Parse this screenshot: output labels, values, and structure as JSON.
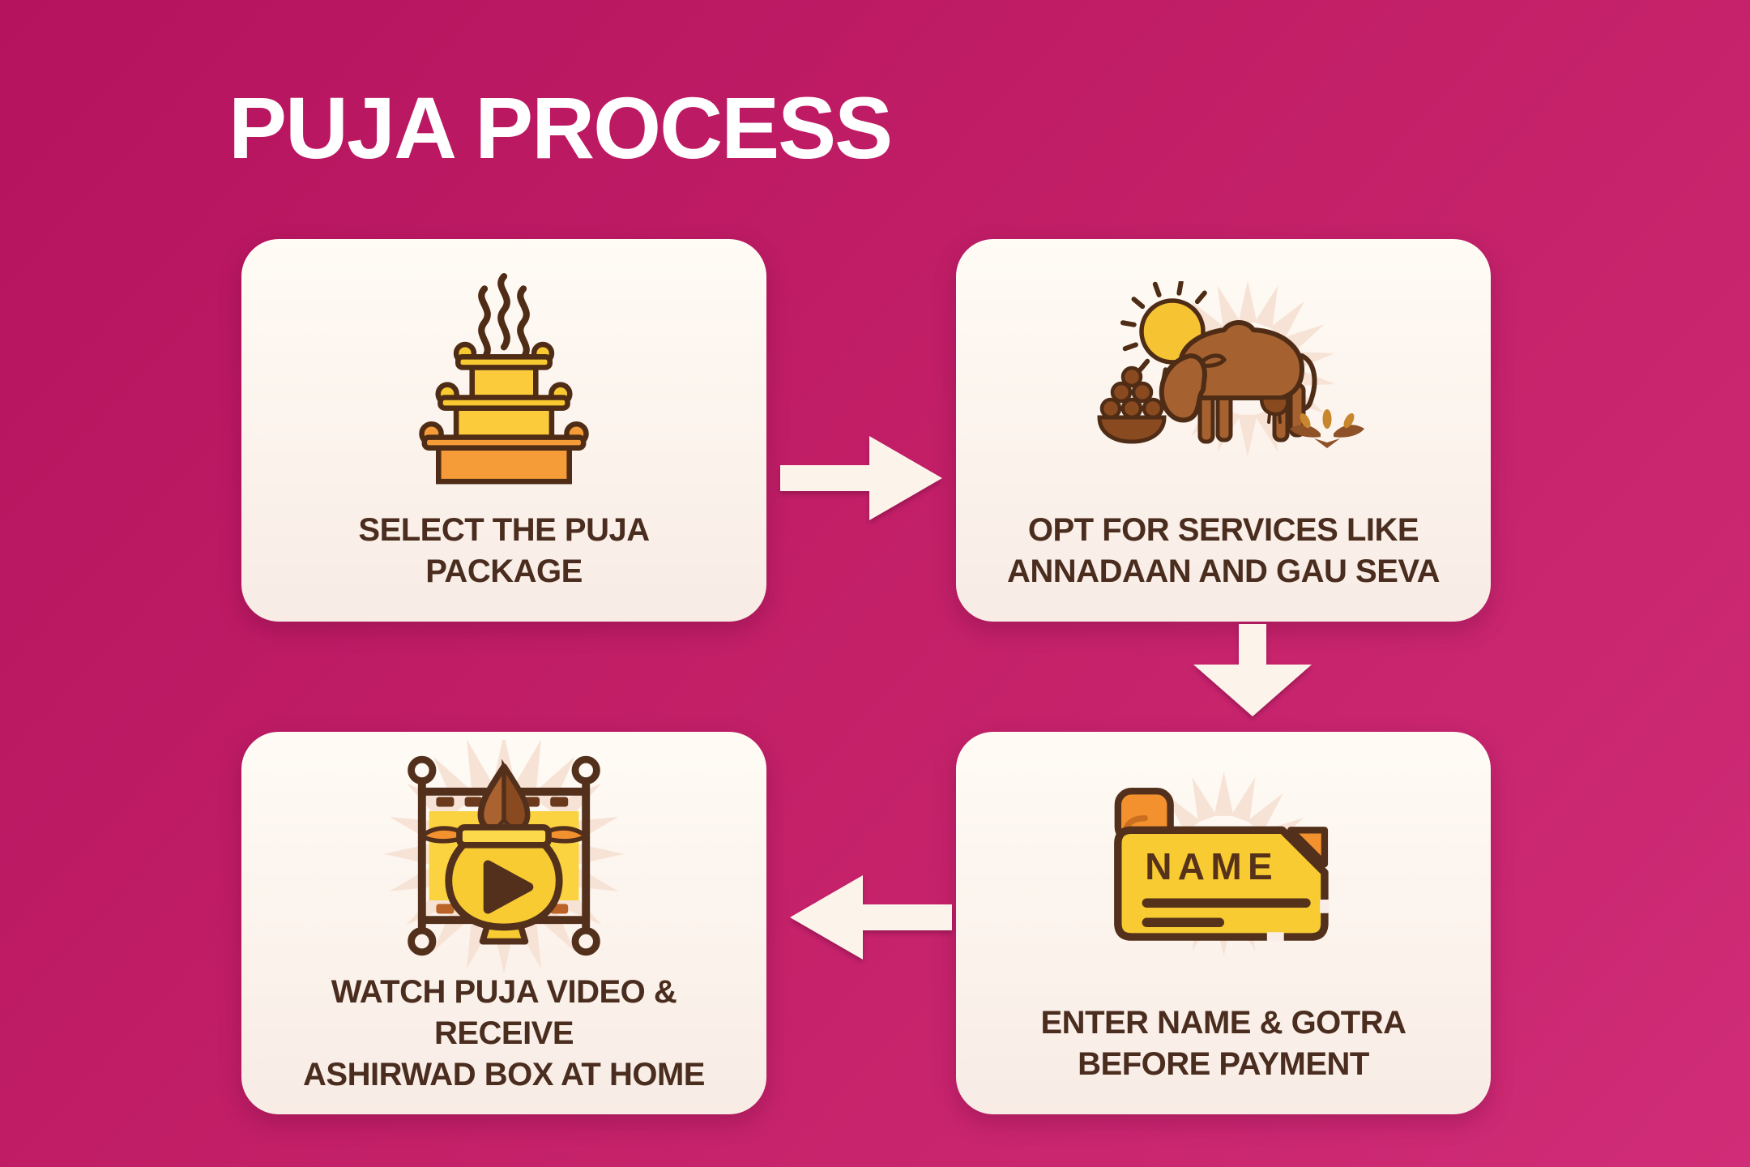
{
  "title": "PUJA PROCESS",
  "steps": [
    {
      "name": "select-puja-package",
      "lines": [
        "SELECT THE PUJA",
        "PACKAGE"
      ],
      "icon": "puja-offering-tiers-icon"
    },
    {
      "name": "opt-services",
      "lines": [
        "OPT FOR SERVICES LIKE",
        "ANNADAAN AND GAU SEVA"
      ],
      "icon": "cow-grazing-gau-seva-icon"
    },
    {
      "name": "enter-name-gotra",
      "lines": [
        "ENTER NAME & GOTRA",
        "BEFORE PAYMENT"
      ],
      "icon": "name-scroll-icon",
      "icon_text": "NAME"
    },
    {
      "name": "watch-video-receive-box",
      "lines": [
        "WATCH PUJA VIDEO & RECEIVE",
        "ASHIRWAD BOX AT HOME"
      ],
      "icon": "puja-video-kalash-icon"
    }
  ],
  "arrows": [
    {
      "direction": "right",
      "from": "select-puja-package",
      "to": "opt-services"
    },
    {
      "direction": "down",
      "from": "opt-services",
      "to": "enter-name-gotra"
    },
    {
      "direction": "left",
      "from": "enter-name-gotra",
      "to": "watch-video-receive-box"
    }
  ],
  "colors": {
    "bg_start": "#B5135E",
    "bg_mid": "#C32068",
    "bg_end": "#D02C77",
    "card_bg_top": "#FFFBF5",
    "card_bg_bottom": "#F8ECE5",
    "caption_color": "#4A2D1E",
    "title_color": "#FFFFFF",
    "arrow_color": "#FCF4EB",
    "icon_outline": "#4F2C15",
    "icon_yellow": "#F8C930",
    "icon_orange": "#F2912D",
    "icon_brown": "#A5612F",
    "burst_peach": "#F7E3D5"
  }
}
